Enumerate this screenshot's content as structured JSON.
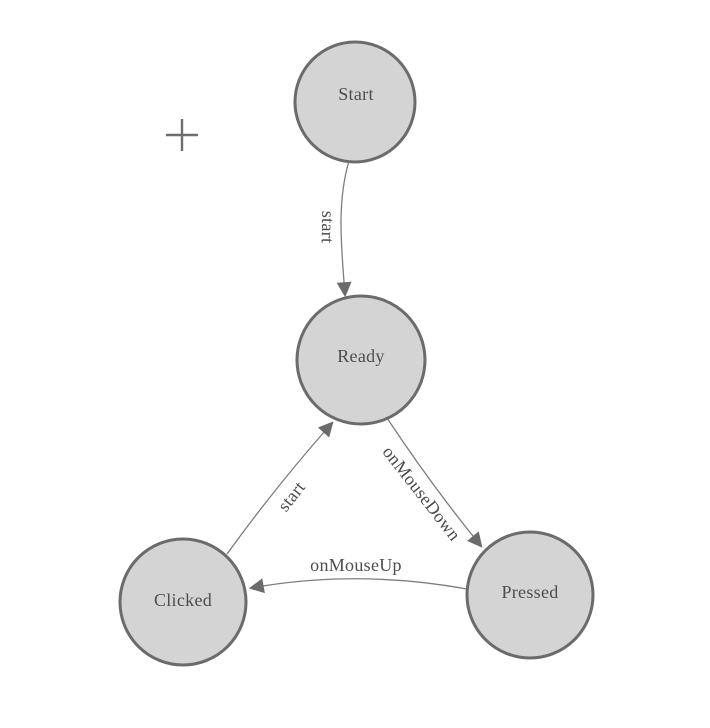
{
  "diagram": {
    "type": "state-diagram",
    "nodes": [
      {
        "id": "start",
        "label": "Start"
      },
      {
        "id": "ready",
        "label": "Ready"
      },
      {
        "id": "clicked",
        "label": "Clicked"
      },
      {
        "id": "pressed",
        "label": "Pressed"
      }
    ],
    "edges": [
      {
        "from": "Start",
        "to": "Ready",
        "label": "start"
      },
      {
        "from": "Ready",
        "to": "Pressed",
        "label": "onMouseDown"
      },
      {
        "from": "Pressed",
        "to": "Clicked",
        "label": "onMouseUp"
      },
      {
        "from": "Clicked",
        "to": "Ready",
        "label": "start"
      }
    ],
    "colors": {
      "background": "#ffffff",
      "node_fill": "#d4d4d4",
      "node_border": "#6b6b6b",
      "edge_line": "#7d7d7d",
      "arrowhead": "#6b6b6b",
      "label_text": "#4d4d4d",
      "crosshair": "#6e6e6e"
    },
    "cursor": {
      "icon": "plus-crosshair"
    }
  }
}
